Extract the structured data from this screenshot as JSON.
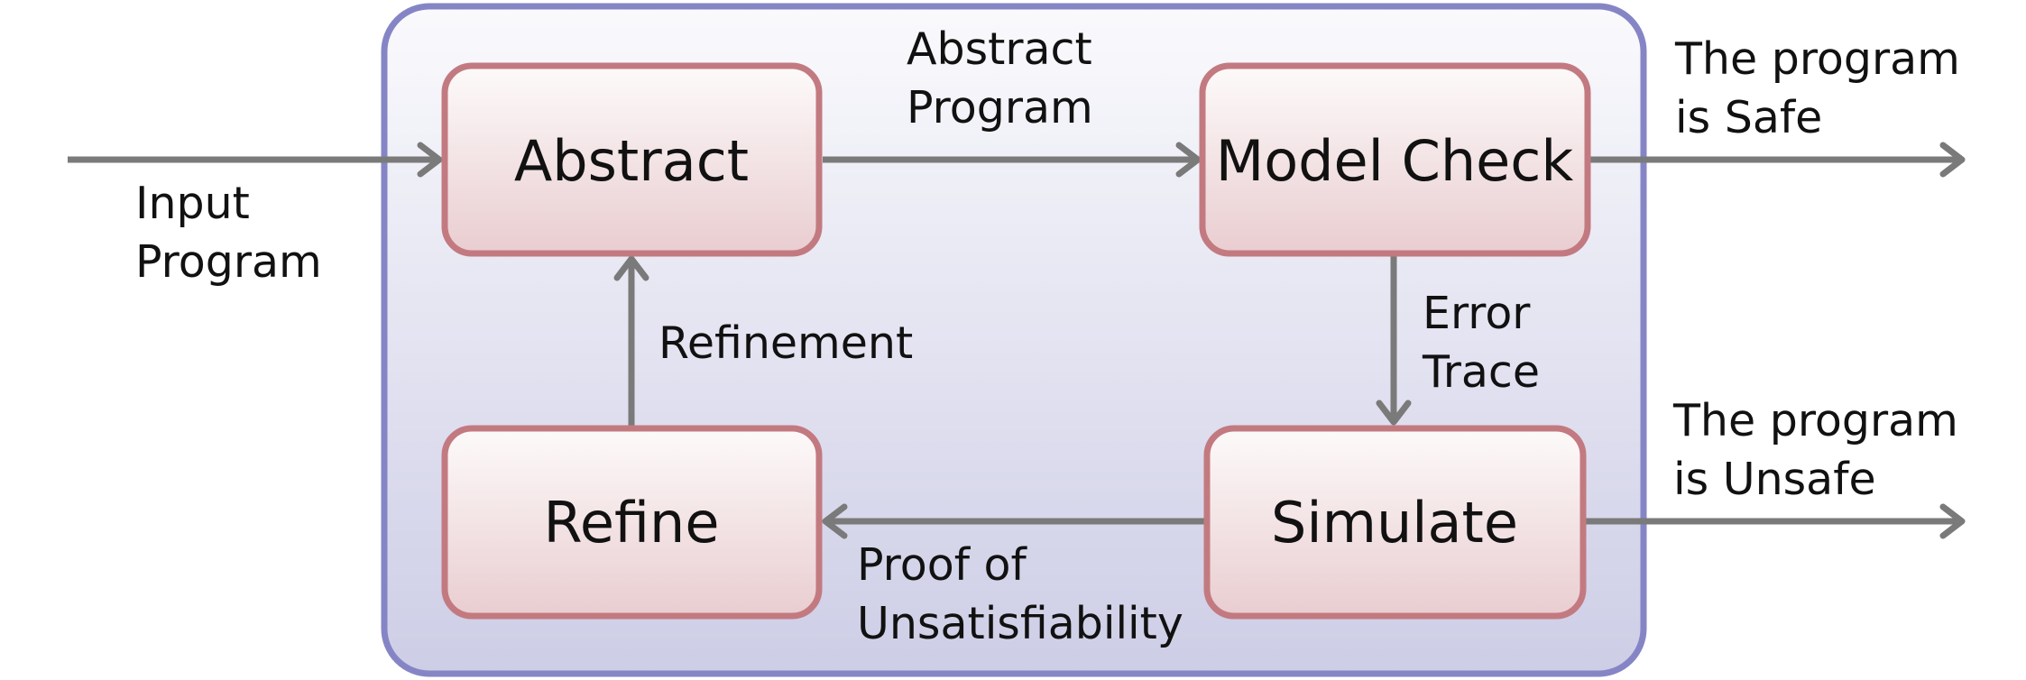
{
  "nodes": {
    "abstract": "Abstract",
    "model_check": "Model Check",
    "simulate": "Simulate",
    "refine": "Refine"
  },
  "edges": {
    "input": [
      "Input",
      "Program"
    ],
    "abstract_program": [
      "Abstract",
      "Program"
    ],
    "safe": [
      "The program",
      "is Safe"
    ],
    "error_trace": [
      "Error",
      "Trace"
    ],
    "unsafe": [
      "The program",
      "is Unsafe"
    ],
    "proof": [
      "Proof of",
      "Unsatisfiability"
    ],
    "refinement": "Refinement"
  },
  "colors": {
    "container_border": "#8585c6",
    "container_top": "#fafafd",
    "container_bottom": "#cdcde6",
    "node_border": "#c27a80",
    "node_top": "#fdfafa",
    "node_bottom": "#e9cdd0",
    "arrow": "#7a7a7a"
  }
}
